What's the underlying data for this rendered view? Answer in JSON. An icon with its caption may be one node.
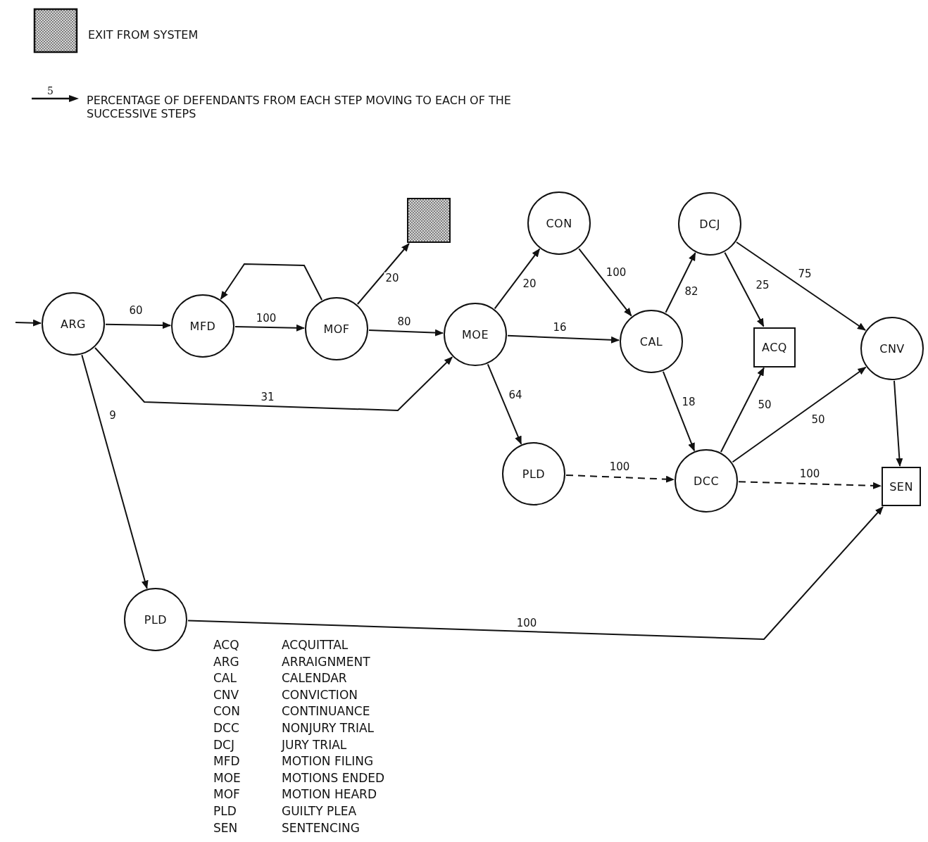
{
  "diagram": {
    "nodes": [
      {
        "text": [
          "ARG"
        ]
      },
      {
        "text": [
          "MFD"
        ]
      },
      {
        "text": [
          "MOF"
        ]
      },
      {
        "text": [],
        "shape": "box"
      },
      {
        "text": [
          "MOE"
        ]
      },
      {
        "text": [
          "CON"
        ]
      },
      {
        "text": [
          "CAL"
        ]
      },
      {
        "text": [
          "DCJ"
        ]
      },
      {
        "text": [
          "ACQ"
        ]
      },
      {
        "text": [
          "CNV"
        ]
      },
      {
        "text": [
          "PLD"
        ]
      },
      {
        "text": [
          "DCC"
        ]
      },
      {
        "text": [
          "SEN"
        ]
      },
      {
        "text": [
          "PLD"
        ]
      }
    ],
    "edges": [
      {
        "from": null,
        "to": 0,
        "arrow": "to"
      },
      {
        "from": 0,
        "to": 1,
        "arrow": "to",
        "label": "60"
      },
      {
        "from": 1,
        "to": 2,
        "arrow": "to",
        "label": "100"
      },
      {
        "from": 2,
        "to": 1,
        "arrow": "to"
      },
      {
        "from": 2,
        "to": 3,
        "arrow": "to",
        "label": "20"
      },
      {
        "from": 2,
        "to": 4,
        "arrow": "to",
        "label": "80"
      },
      {
        "from": 0,
        "to": 4,
        "arrow": "to",
        "label": "31"
      },
      {
        "from": 0,
        "to": 13,
        "arrow": "to",
        "label": "9"
      },
      {
        "from": 4,
        "to": 5,
        "arrow": "to",
        "label": "20"
      },
      {
        "from": 4,
        "to": 6,
        "arrow": "to",
        "label": "16"
      },
      {
        "from": 4,
        "to": 10,
        "arrow": "to",
        "label": "64"
      },
      {
        "from": 5,
        "to": 6,
        "arrow": "to",
        "label": "100"
      },
      {
        "from": 6,
        "to": 7,
        "arrow": "to",
        "label": "82"
      },
      {
        "from": 6,
        "to": 11,
        "arrow": "to",
        "label": "18"
      },
      {
        "from": 7,
        "to": 8,
        "arrow": "to",
        "label": "25"
      },
      {
        "from": 7,
        "to": 9,
        "arrow": "to",
        "label": "75"
      },
      {
        "from": 11,
        "to": 8,
        "arrow": "to",
        "label": "50"
      },
      {
        "from": 11,
        "to": 9,
        "arrow": "to",
        "label": "50"
      },
      {
        "from": 10,
        "to": 11,
        "arrow": "to",
        "label": "100",
        "style": "dashed"
      },
      {
        "from": 11,
        "to": 12,
        "arrow": "to",
        "label": "100",
        "style": "dashed"
      },
      {
        "from": 9,
        "to": 12,
        "arrow": "to"
      },
      {
        "from": 13,
        "to": 12,
        "arrow": "to",
        "label": "100"
      }
    ],
    "labels": [
      "5",
      "ACQ",
      "ACQUITTAL",
      "ARG",
      "ARRAIGNMENT",
      "CAL",
      "CALENDAR",
      "CNV",
      "CONVICTION",
      "CON",
      "CONTINUANCE",
      "DCC",
      "NONJURY TRIAL",
      "DCJ",
      "JURY TRIAL",
      "MFD",
      "MOTION FILING",
      "MOE",
      "MOTIONS ENDED",
      "MOF",
      "MOTION HEARD",
      "PLD",
      "GUILTY PLEA",
      "SEN",
      "SENTENCING"
    ],
    "legend": [
      {
        "text": "EXIT FROM SYSTEM"
      },
      {
        "text": "PERCENTAGE OF DEFENDANTS FROM EACH STEP MOVING TO EACH OF THE SUCCESSIVE STEPS"
      }
    ]
  }
}
